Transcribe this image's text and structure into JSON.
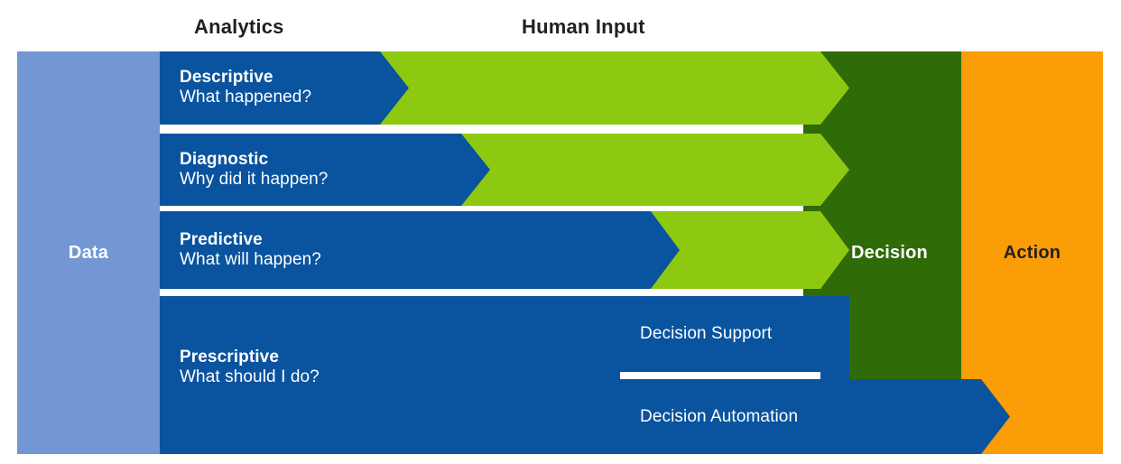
{
  "headers": [
    {
      "id": "analytics",
      "label": "Analytics"
    },
    {
      "id": "human-input",
      "label": "Human Input"
    }
  ],
  "stages": {
    "data": {
      "label": "Data",
      "color": "#7396d5",
      "text_color": "#ffffff"
    },
    "decision": {
      "label": "Decision",
      "color": "#2f6b07",
      "text_color": "#ffffff"
    },
    "action": {
      "label": "Action",
      "color": "#fb9d07",
      "text_color": "#231f20"
    }
  },
  "rows": [
    {
      "id": "descriptive",
      "title": "Descriptive",
      "question": "What happened?"
    },
    {
      "id": "diagnostic",
      "title": "Diagnostic",
      "question": "Why did it happen?"
    },
    {
      "id": "predictive",
      "title": "Predictive",
      "question": "What will happen?"
    },
    {
      "id": "prescriptive",
      "title": "Prescriptive",
      "question": "What should I do?",
      "sub_arrows": [
        {
          "id": "decision-support",
          "label": "Decision Support"
        },
        {
          "id": "decision-automation",
          "label": "Decision Automation"
        }
      ]
    }
  ],
  "colors": {
    "analytics_blue": "#0a539f",
    "data_blue": "#7396d5",
    "human_input_green": "#8ec912",
    "decision_green": "#2f6b07",
    "action_orange": "#fb9d07",
    "header_text": "#231f20",
    "background": "#ffffff"
  },
  "chart_data": {
    "type": "diagram",
    "title": "Analytics Maturity / Decision Flow",
    "flow": [
      "Data",
      "Analytics",
      "Human Input",
      "Decision",
      "Action"
    ],
    "levels": [
      {
        "name": "Descriptive",
        "question": "What happened?",
        "analytics_extent": 0.36,
        "human_input_extent": 0.64
      },
      {
        "name": "Diagnostic",
        "question": "Why did it happen?",
        "analytics_extent": 0.48,
        "human_input_extent": 0.52
      },
      {
        "name": "Predictive",
        "question": "What will happen?",
        "analytics_extent": 0.75,
        "human_input_extent": 0.25
      },
      {
        "name": "Prescriptive",
        "question": "What should I do?",
        "analytics_extent": 1.0,
        "human_input_extent": 0.0
      }
    ],
    "annotations": [
      "Decision Support",
      "Decision Automation"
    ]
  }
}
